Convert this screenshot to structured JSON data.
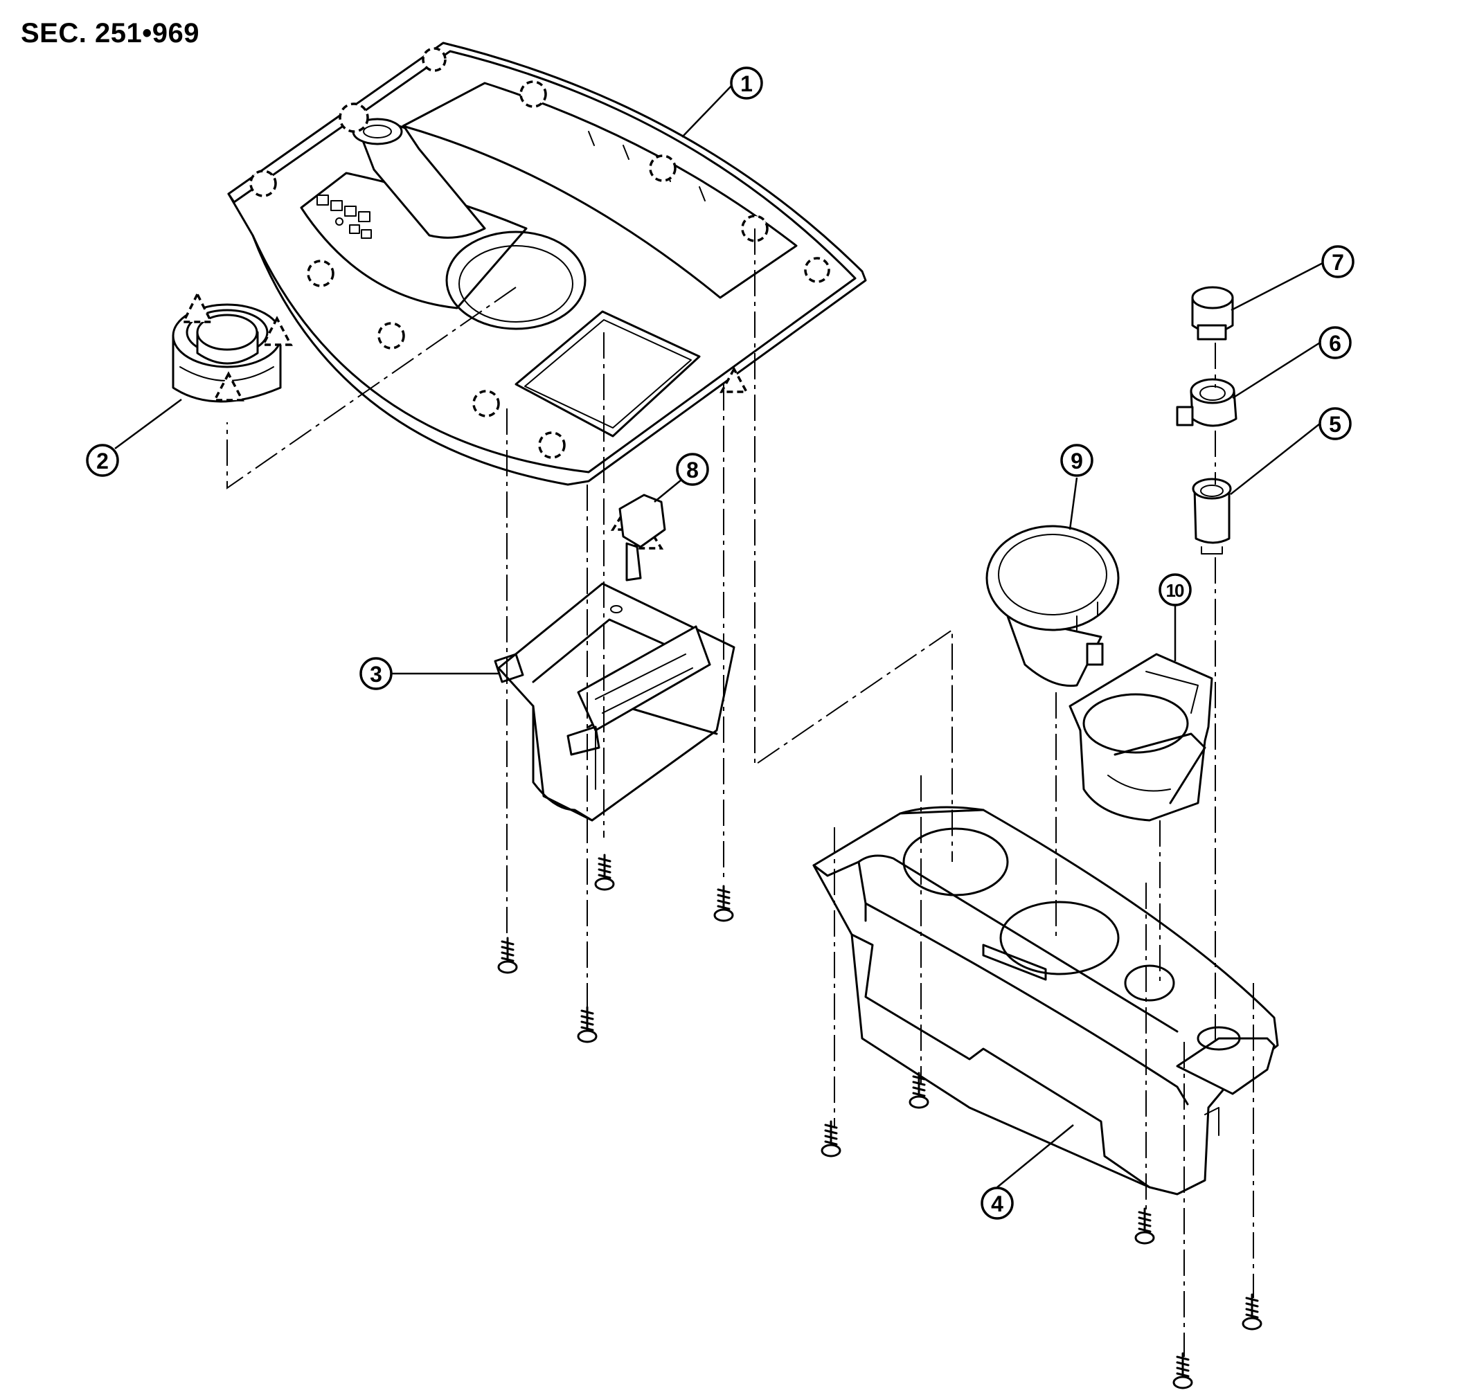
{
  "section_code": "SEC. 251•969",
  "callouts": [
    {
      "id": "part-1",
      "label": "1"
    },
    {
      "id": "part-2",
      "label": "2"
    },
    {
      "id": "part-3",
      "label": "3"
    },
    {
      "id": "part-4",
      "label": "4"
    },
    {
      "id": "part-5",
      "label": "5"
    },
    {
      "id": "part-6",
      "label": "6"
    },
    {
      "id": "part-7",
      "label": "7"
    },
    {
      "id": "part-8",
      "label": "8"
    },
    {
      "id": "part-9",
      "label": "9"
    },
    {
      "id": "part-10",
      "label": "10"
    }
  ]
}
